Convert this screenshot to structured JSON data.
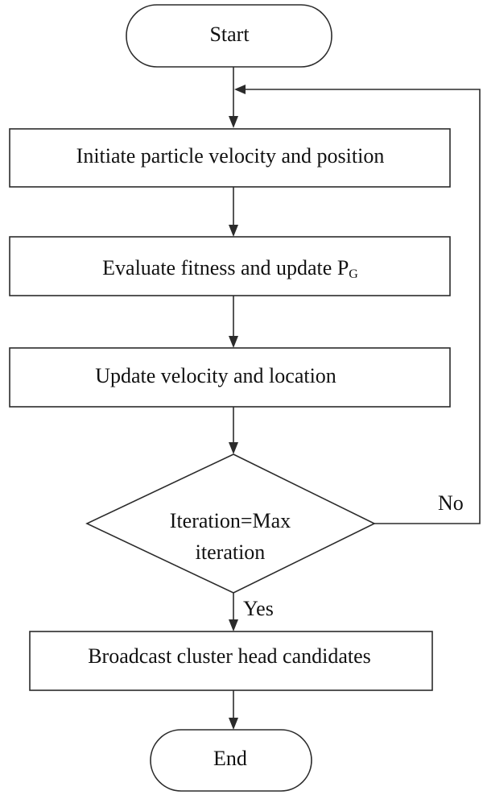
{
  "flowchart": {
    "start": "Start",
    "step_init": "Initiate particle velocity and position",
    "step_evaluate": "Evaluate fitness and update P",
    "step_evaluate_subscript": "G",
    "step_update": "Update velocity and location",
    "decision_line1": "Iteration=Max",
    "decision_line2": "iteration",
    "no_label": "No",
    "yes_label": "Yes",
    "step_broadcast": "Broadcast cluster head candidates",
    "end": "End"
  }
}
